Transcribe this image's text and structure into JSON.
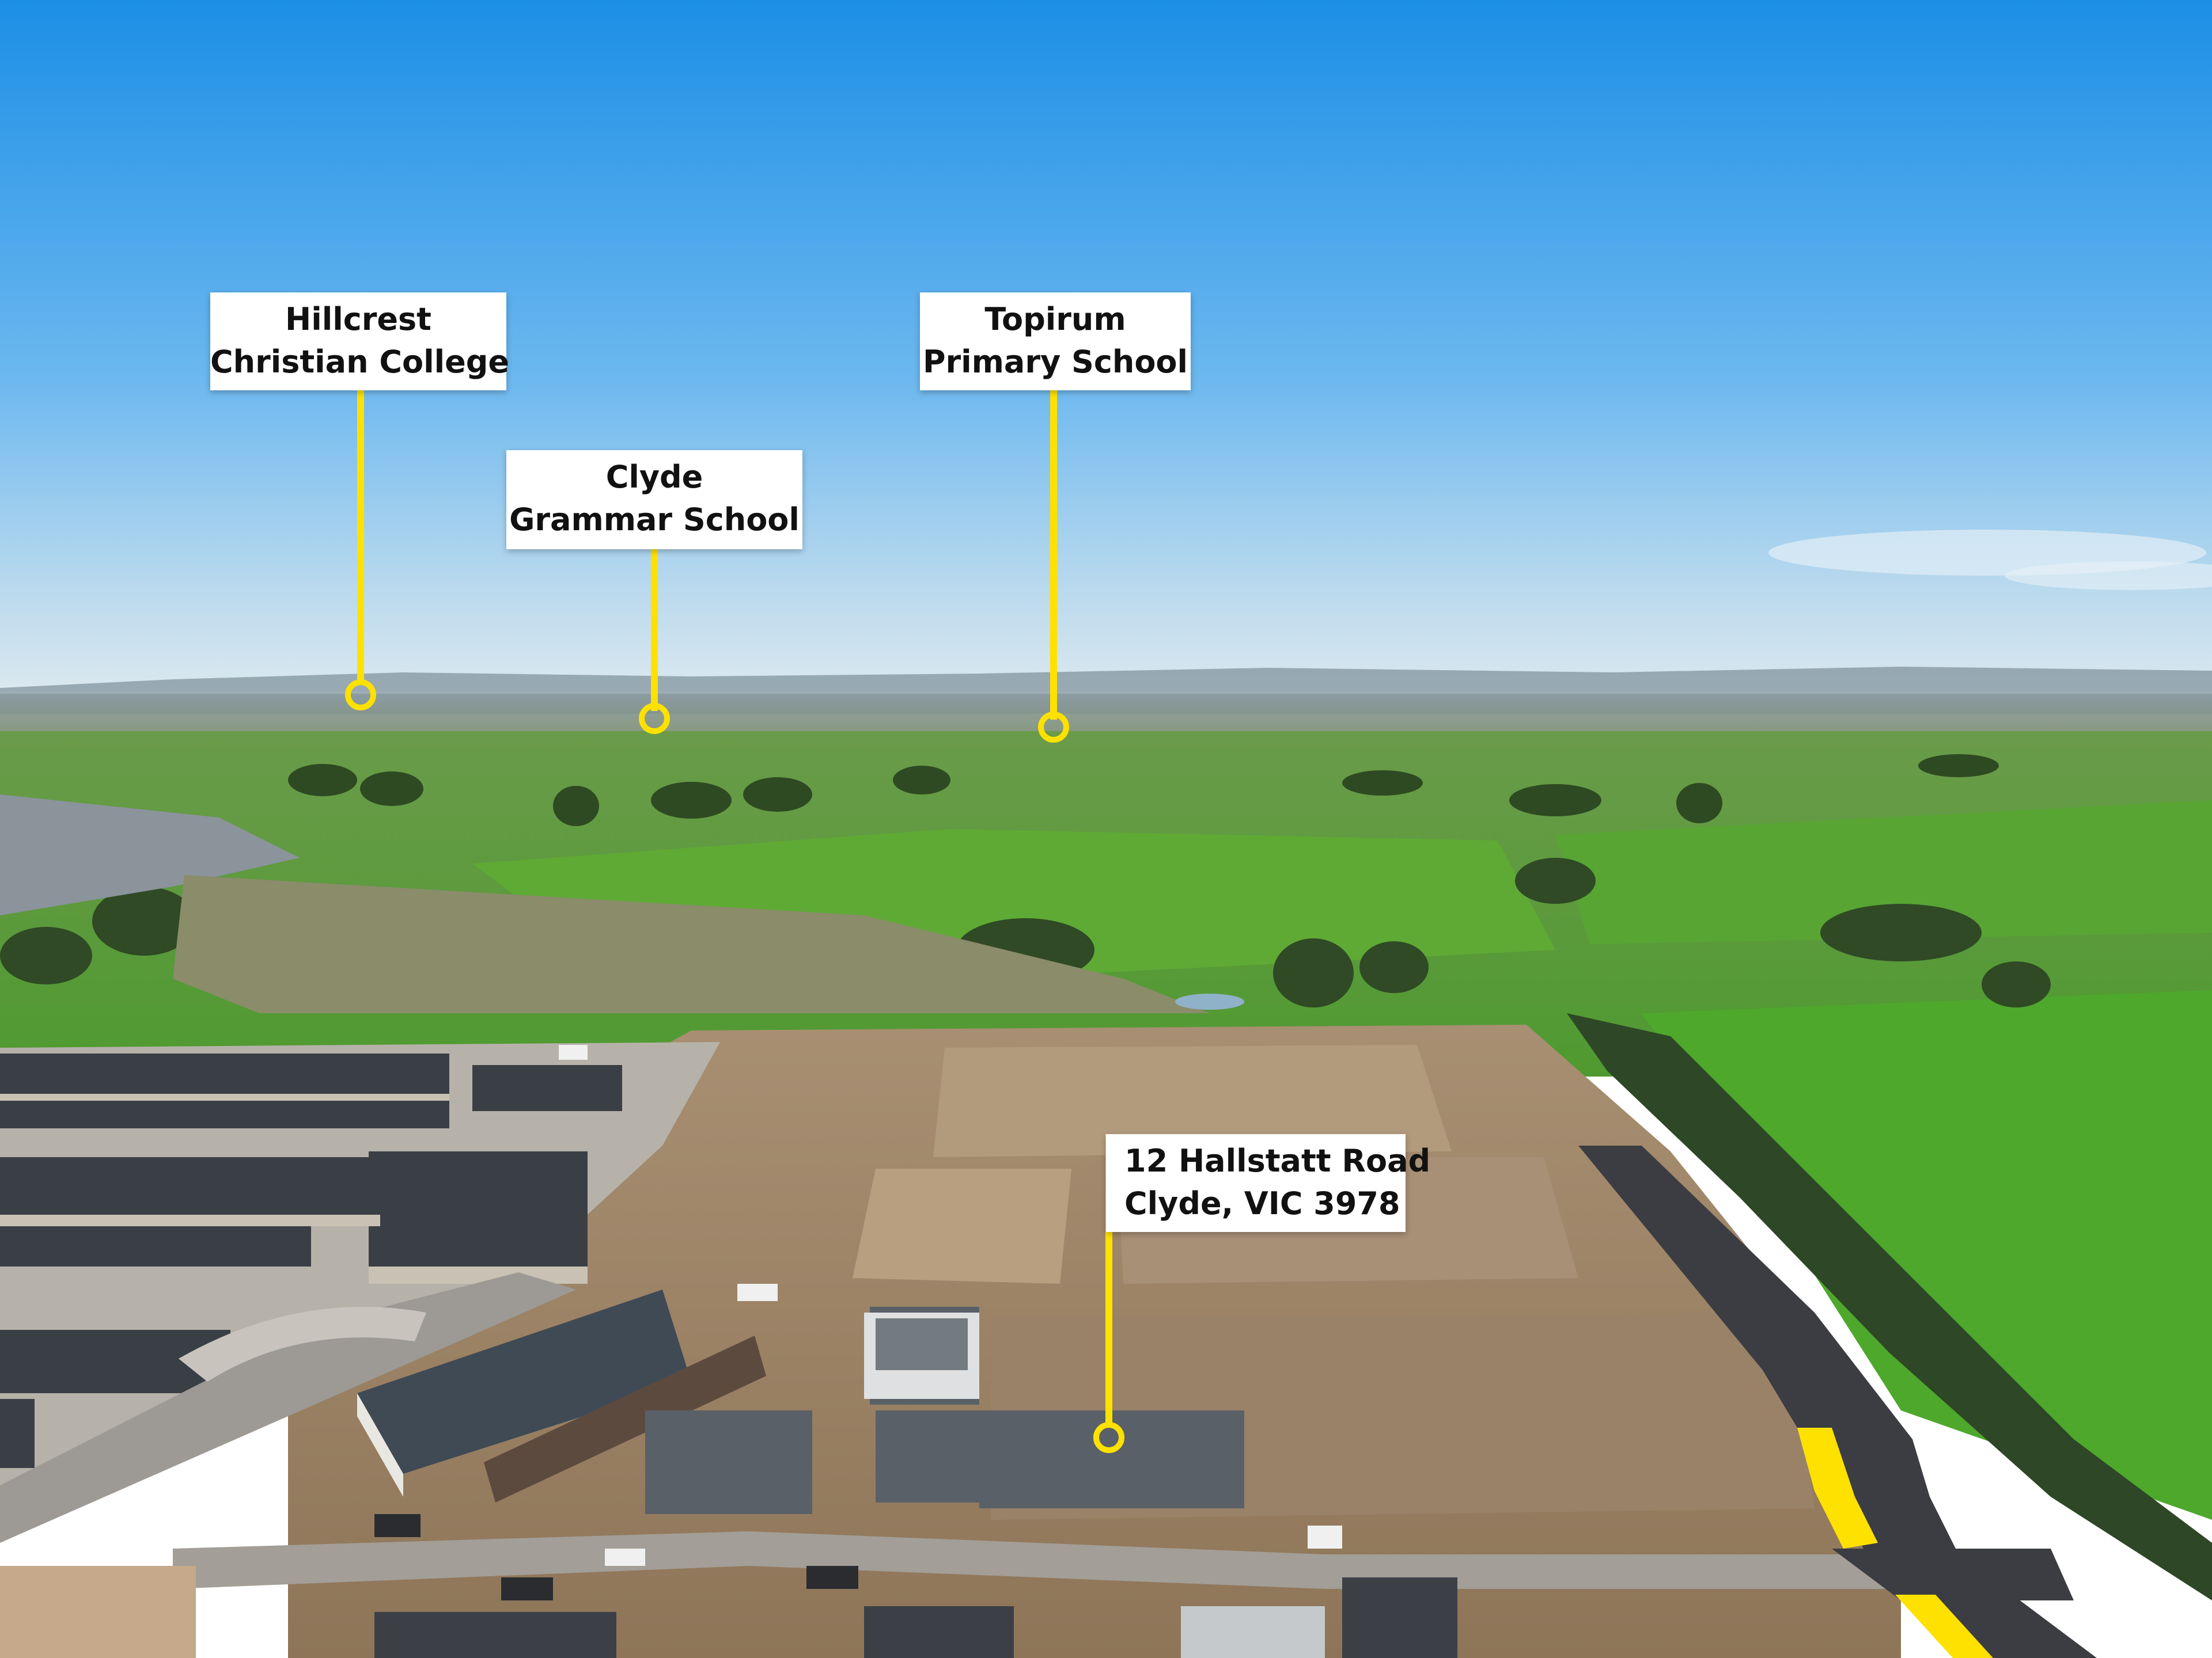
{
  "labels": {
    "hillcrest": {
      "line1": "Hillcrest",
      "line2": "Christian College"
    },
    "clyde_grammar": {
      "line1": "Clyde",
      "line2": "Grammar School"
    },
    "topirum": {
      "line1": "Topirum",
      "line2": "Primary School"
    },
    "property": {
      "line1": "12 Hallstatt Road",
      "line2": "Clyde, VIC 3978"
    }
  },
  "colors": {
    "sky_top": "#1c8fe6",
    "sky_horizon": "#d8e8f2",
    "grass": "#5aa13a",
    "marker": "#ffe100"
  }
}
